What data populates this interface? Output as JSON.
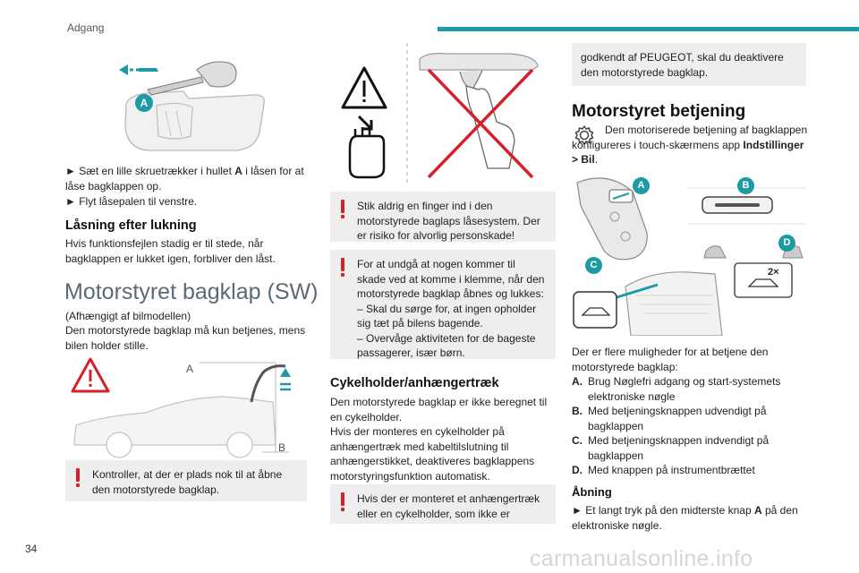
{
  "header": {
    "section": "Adgang"
  },
  "page_number": "34",
  "watermark": "carmanualsonline.info",
  "col1": {
    "fig_label_a": "A",
    "step1_a": "► Sæt en lille skruetrækker i hullet ",
    "step1_key": "A",
    "step1_b": " i låsen for at låse bagklappen op.",
    "step2": "► Flyt låsepalen til venstre.",
    "h_lock": "Låsning efter lukning",
    "p_lock": "Hvis funktionsfejlen stadig er til stede, når bagklappen er lukket igen, forbliver den låst.",
    "h_big": "Motorstyret bagklap (SW)",
    "p_model": "(Afhængigt af bilmodellen)",
    "p_still": "Den motorstyrede bagklap må kun betjenes, mens bilen holder stille.",
    "diag_a": "A",
    "diag_b": "B",
    "warn_space": "Kontroller, at der er plads nok til at åbne den motorstyrede bagklap."
  },
  "col2": {
    "warn_finger": "Stik aldrig en finger ind i den motorstyrede baglaps låsesystem. Der er risiko for alvorlig personskade!",
    "warn_clamp_lead": "For at undgå at nogen kommer til skade ved at komme i klemme, når den motorstyrede bagklap åbnes og lukkes:",
    "warn_clamp_1": "– Skal du sørge for, at ingen opholder sig tæt på bilens bagende.",
    "warn_clamp_2": "– Overvåge aktiviteten for de bageste passagerer, især børn.",
    "h_tow": "Cykelholder/anhængertræk",
    "p_tow_1": "Den motorstyrede bagklap er ikke beregnet til en cykelholder.",
    "p_tow_2": "Hvis der monteres en cykelholder på anhængertræk med kabeltilslutning til anhængerstikket, deaktiveres bagklappens motorstyringsfunktion automatisk.",
    "warn_tow": "Hvis der er monteret et anhængertræk eller en cykelholder, som ikke er"
  },
  "col3": {
    "warn_cont": "godkendt af PEUGEOT, skal du deaktivere den motorstyrede bagklap.",
    "h_op": "Motorstyret betjening",
    "p_cfg_a": "Den motoriserede betjening af bagklappen konfigureres i touch-skærmens app ",
    "p_cfg_b": "Indstillinger > Bil",
    "p_cfg_c": ".",
    "fig_labels": {
      "a": "A",
      "b": "B",
      "c": "C",
      "d": "D",
      "badge": "2×"
    },
    "p_ways": "Der er flere muligheder for at betjene den motorstyrede bagklap:",
    "ways": [
      {
        "key": "A.",
        "text": "Brug Nøglefri adgang og start-systemets elektroniske nøgle"
      },
      {
        "key": "B.",
        "text": "Med betjeningsknappen udvendigt på bagklappen"
      },
      {
        "key": "C.",
        "text": "Med betjeningsknappen indvendigt på bagklappen"
      },
      {
        "key": "D.",
        "text": "Med knappen på instrumentbrættet"
      }
    ],
    "h_open": "Åbning",
    "p_open_a": "► Et langt tryk på den midterste knap ",
    "p_open_key": "A",
    "p_open_b": " på den elektroniske nøgle."
  },
  "colors": {
    "accent": "#1d9aa4",
    "warning": "#d5212c",
    "panel": "#eeeeee",
    "heading_grey": "#5a6b75"
  }
}
